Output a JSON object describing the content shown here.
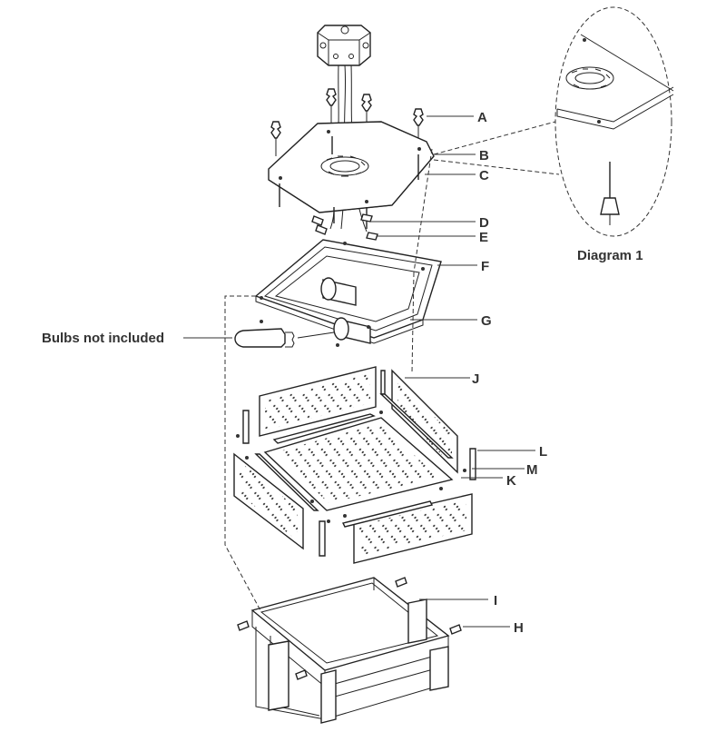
{
  "diagram": {
    "inset_caption": "Diagram 1",
    "note": "Bulbs not included",
    "callouts": {
      "A": "A",
      "B": "B",
      "C": "C",
      "D": "D",
      "E": "E",
      "F": "F",
      "G": "G",
      "H": "H",
      "I": "I",
      "J": "J",
      "K": "K",
      "L": "L",
      "M": "M"
    }
  }
}
